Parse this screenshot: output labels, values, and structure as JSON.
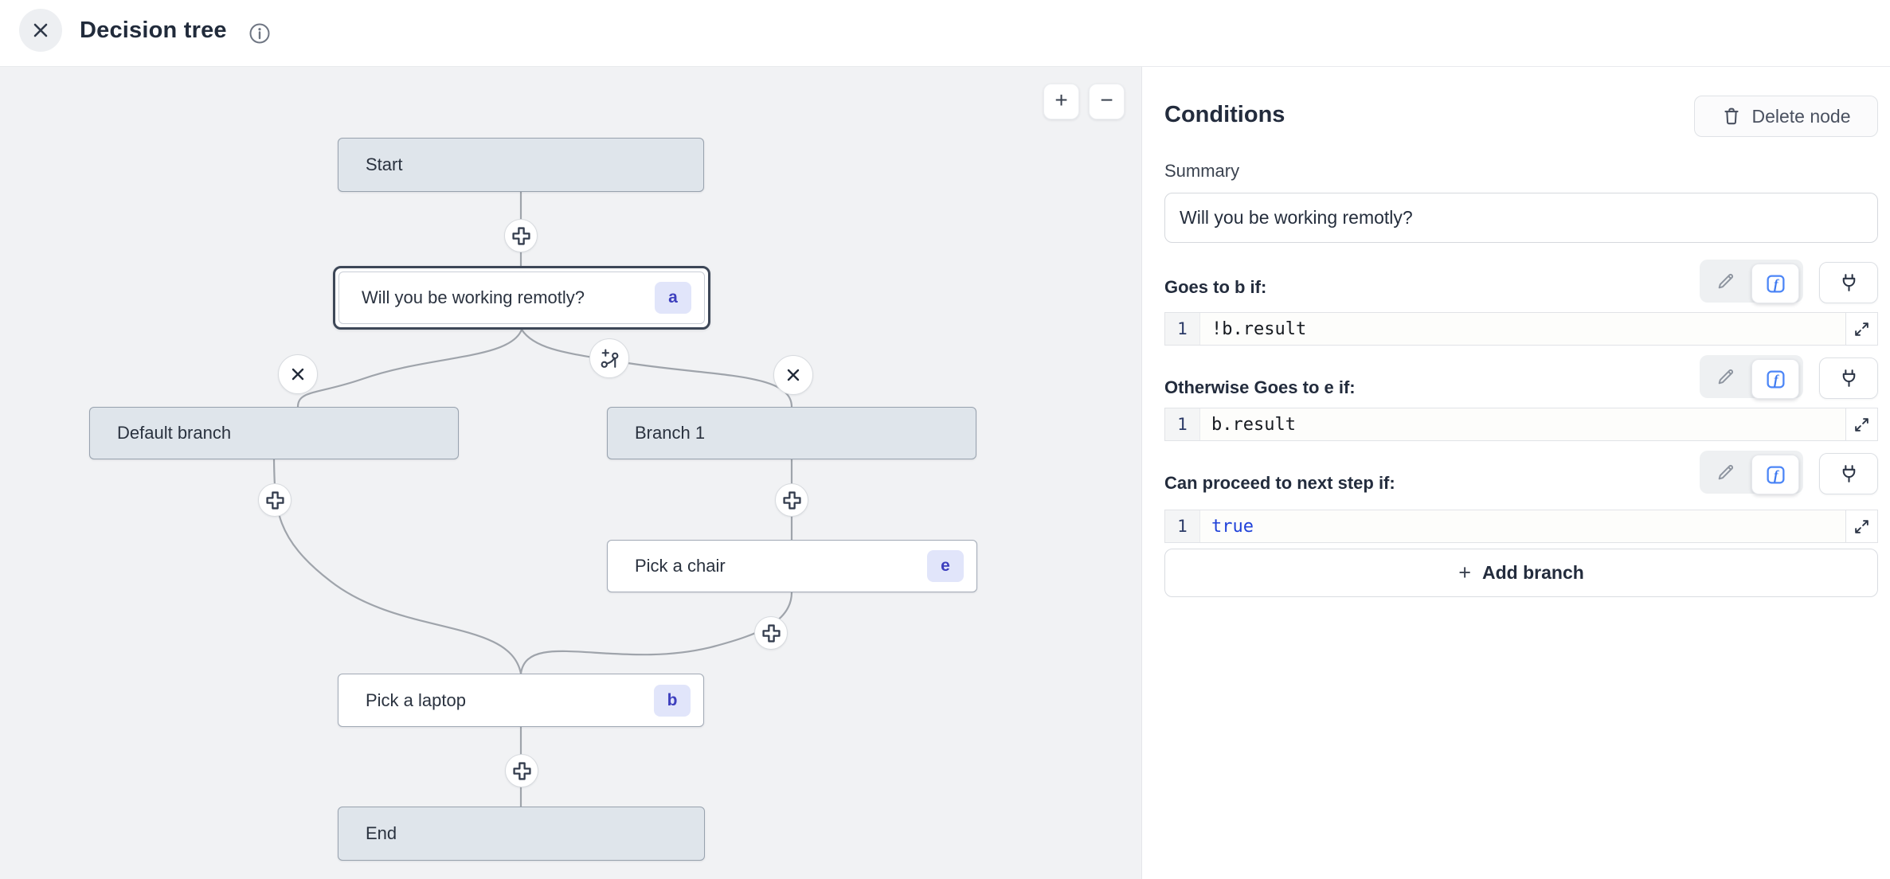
{
  "header": {
    "title": "Decision tree"
  },
  "canvas": {
    "zoom_in_label": "+",
    "zoom_out_label": "−",
    "nodes": [
      {
        "id": "start",
        "label": "Start"
      },
      {
        "id": "decision",
        "label": "Will you be working remotly?",
        "badge": "a"
      },
      {
        "id": "default-branch",
        "label": "Default branch"
      },
      {
        "id": "branch-1",
        "label": "Branch 1"
      },
      {
        "id": "pick-chair",
        "label": "Pick a chair",
        "badge": "e"
      },
      {
        "id": "pick-laptop",
        "label": "Pick a laptop",
        "badge": "b"
      },
      {
        "id": "end",
        "label": "End"
      }
    ],
    "icons": {
      "edge_plus": "add-step-plus",
      "edge_x": "remove-branch-x",
      "edge_branch": "add-branch-split"
    }
  },
  "panel": {
    "title": "Conditions",
    "delete_button_label": "Delete node",
    "summary_label": "Summary",
    "summary_value": "Will you be working remotly?",
    "conditions": [
      {
        "label": "Goes to b if:",
        "line_number": "1",
        "code": "!b.result"
      },
      {
        "label": "Otherwise Goes to e if:",
        "line_number": "1",
        "code": "b.result"
      },
      {
        "label": "Can proceed to next step if:",
        "line_number": "1",
        "code": "true"
      }
    ],
    "add_branch_label": "Add branch",
    "add_branch_plus": "+"
  },
  "colors": {
    "canvas_bg": "#f1f2f4",
    "node_gray_fill": "#dfe5eb",
    "node_border": "#98a2ae",
    "selected_ring": "#3d4757",
    "badge_bg": "#e1e5fa",
    "badge_text": "#3d3fbe",
    "edge_stroke": "#9fa4ab",
    "fx_accent_blue": "#4c86f7",
    "code_keyword_blue": "#2042d9"
  }
}
